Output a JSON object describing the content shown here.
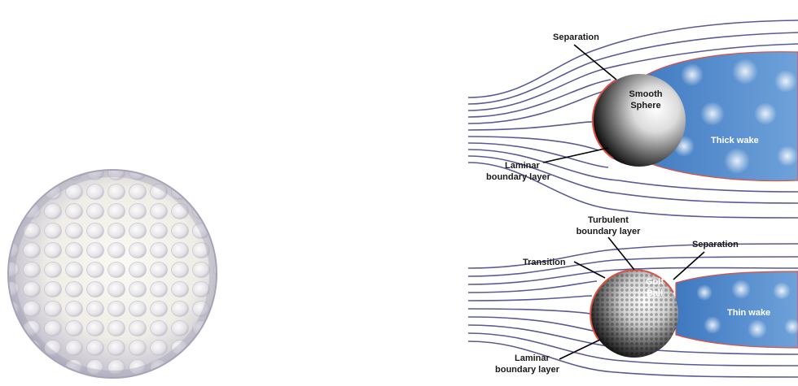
{
  "top_panel": {
    "separation_label": "Separation",
    "sphere_label_line1": "Smooth",
    "sphere_label_line2": "Sphere",
    "wake_label": "Thick wake",
    "laminar_label_line1": "Laminar",
    "laminar_label_line2": "boundary layer"
  },
  "bottom_panel": {
    "turbulent_label_line1": "Turbulent",
    "turbulent_label_line2": "boundary layer",
    "separation_label": "Separation",
    "transition_label": "Transition",
    "ball_label_line1": "Golf",
    "ball_label_line2": "Ball",
    "wake_label": "Thin wake",
    "laminar_label_line1": "Laminar",
    "laminar_label_line2": "boundary layer"
  },
  "colors": {
    "streamline": "#5a5a96",
    "wake_fill": "#4f86c8",
    "boundary_layer": "#e05040",
    "sphere_dark": "#141414"
  }
}
